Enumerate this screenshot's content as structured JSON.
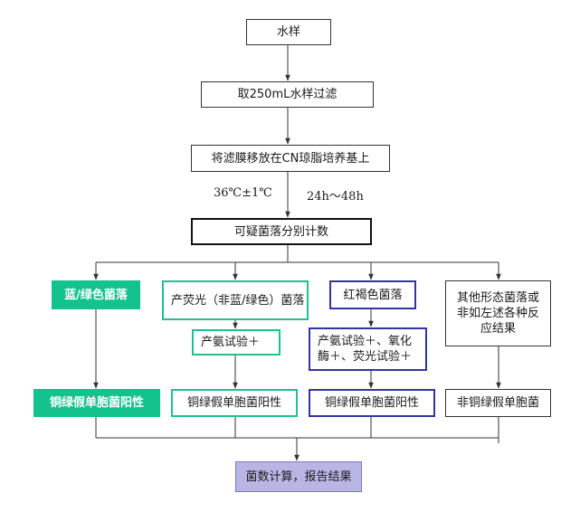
{
  "nodes": {
    "water_sample": "水样",
    "filter": "取250mL水样过滤",
    "transfer": "将滤膜移放在CN琼脂培养基上",
    "count": "可疑菌落分别计数",
    "blue_green": "蓝/绿色菌落",
    "fluorescent": "产荧光（非蓝/绿色）菌落",
    "red_brown": "红褐色菌落",
    "other": "其他形态菌落或非如左述各种反应结果",
    "ammonia_test_1": "产氨试验＋",
    "ammonia_test_2": "产氨试验＋、氧化酶＋、荧光试验＋",
    "positive_1": "铜绿假单胞菌阳性",
    "positive_2": "铜绿假单胞菌阳性",
    "positive_3": "铜绿假单胞菌阳性",
    "negative": "非铜绿假单胞菌",
    "report": "菌数计算，报告结果"
  },
  "conditions": {
    "temperature": "36℃±1℃",
    "time": "24h～48h"
  }
}
